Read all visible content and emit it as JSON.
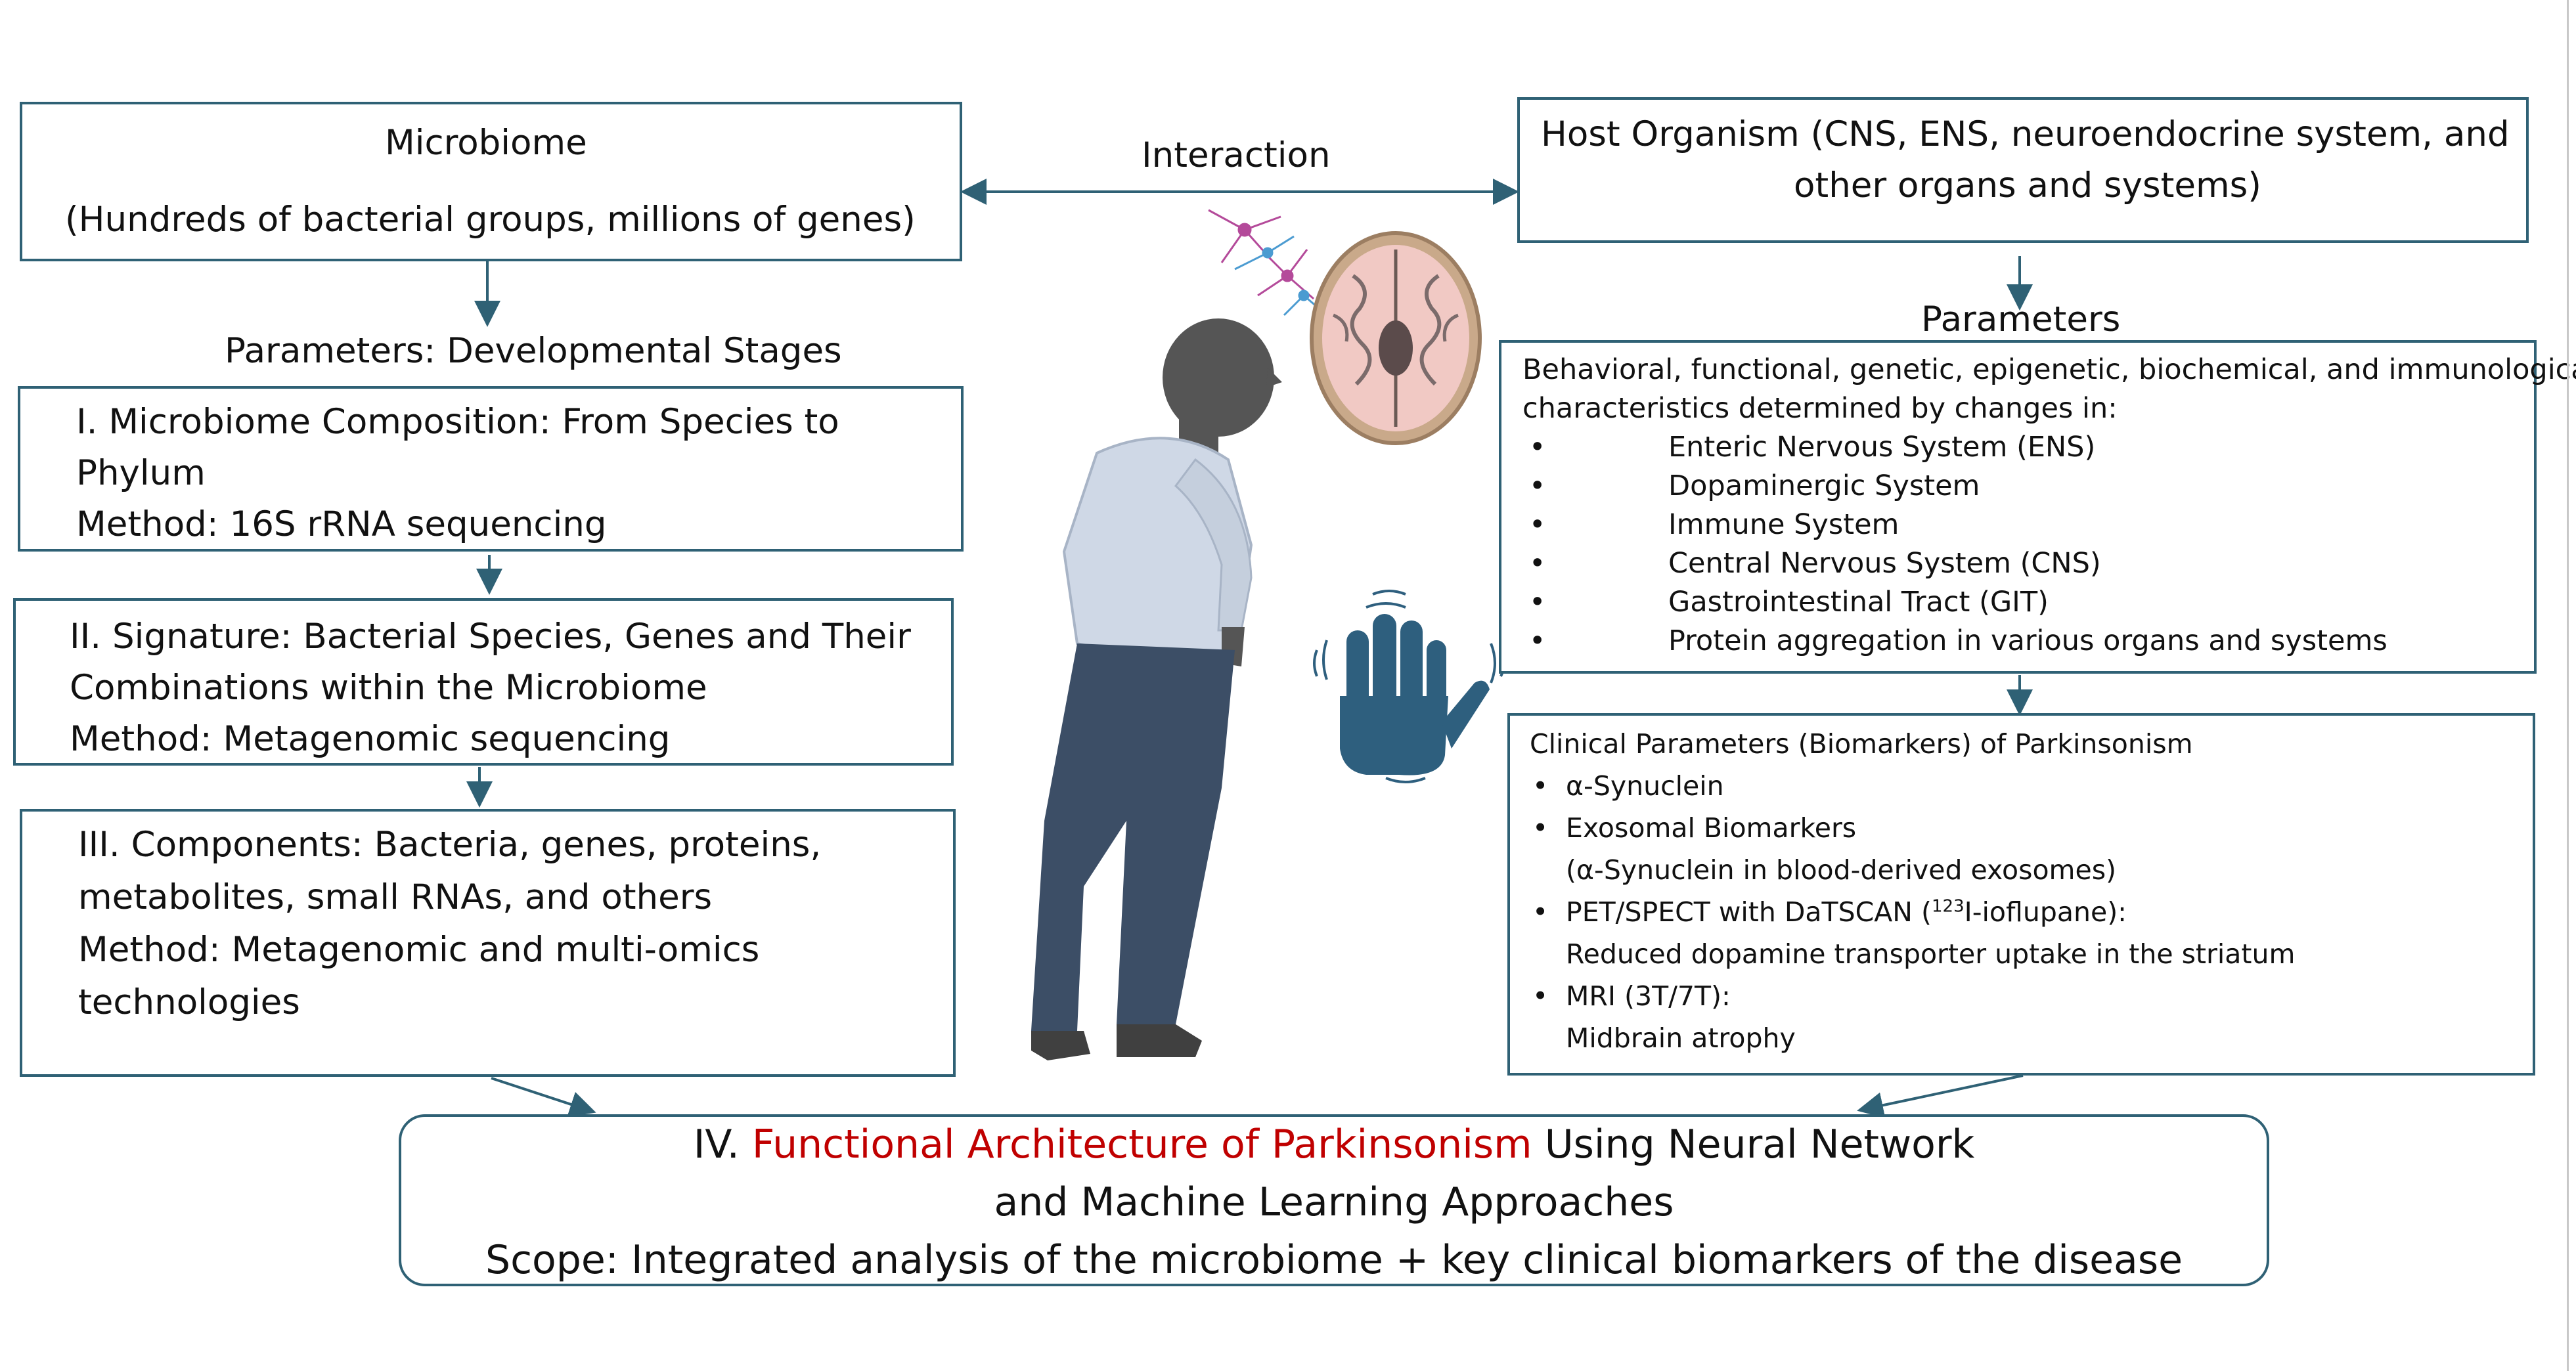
{
  "interaction_label": "Interaction",
  "microbiome": {
    "title": "Microbiome",
    "subtitle": "(Hundreds of bacterial groups, millions of genes)"
  },
  "host": {
    "line1": "Host Organism (CNS, ENS, neuroendocrine system, and",
    "line2": "other organs and systems)"
  },
  "developmental_stages_label": "Parameters: Developmental Stages",
  "host_parameters_label": "Parameters",
  "stage1": {
    "line1": "I. Microbiome Composition: From Species to",
    "line2": "Phylum",
    "method": "Method: 16S rRNA sequencing"
  },
  "stage2": {
    "line1": "II. Signature: Bacterial Species, Genes and Their",
    "line2": "Combinations within the Microbiome",
    "method": "Method: Metagenomic sequencing"
  },
  "stage3": {
    "line1": "III. Components: Bacteria, genes, proteins,",
    "line2": "metabolites, small RNAs, and others",
    "method1": "Method: Metagenomic and multi-omics",
    "method2": "technologies"
  },
  "characteristics": {
    "intro1": "Behavioral, functional, genetic, epigenetic, biochemical, and immunological",
    "intro2": "characteristics determined by changes in:",
    "bullet": "•",
    "items": [
      "Enteric Nervous System (ENS)",
      "Dopaminergic System",
      "Immune System",
      "Central Nervous System (CNS)",
      "Gastrointestinal Tract (GIT)",
      "Protein aggregation in various organs and systems"
    ]
  },
  "clinical": {
    "title": "Clinical Parameters (Biomarkers) of Parkinsonism",
    "bullet": "•",
    "item1": "α-Synuclein",
    "item2": "Exosomal Biomarkers",
    "item2_sub": "(α-Synuclein in blood-derived exosomes)",
    "item3_pre": "PET/SPECT with DaTSCAN (",
    "item3_sup": "123",
    "item3_post": "I-ioflupane):",
    "item3_sub": "Reduced dopamine transporter uptake in the striatum",
    "item4": "MRI (3T/7T):",
    "item4_sub": "Midbrain atrophy"
  },
  "final": {
    "prefix": "IV. ",
    "highlight": "Functional Architecture of Parkinsonism",
    "suffix": " Using Neural Network",
    "line2": "and Machine Learning Approaches",
    "line3": "Scope: Integrated analysis of the microbiome + key clinical biomarkers of the disease"
  },
  "colors": {
    "border": "#2f6175",
    "arrow": "#2f6175",
    "highlight": "#c00000",
    "hand": "#2e5f7e",
    "skin": "#555555",
    "shirt": "#cfd8e6",
    "trousers": "#3c4e66"
  }
}
